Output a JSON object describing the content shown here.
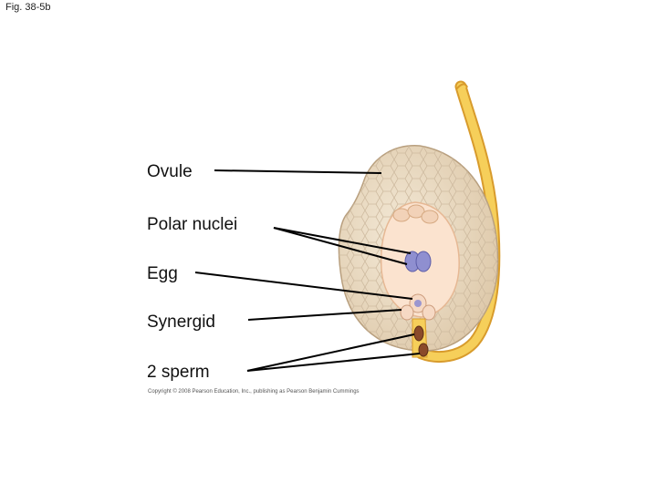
{
  "figure": {
    "title": "Fig. 38-5b",
    "copyright": "Copyright © 2008 Pearson Education, Inc., publishing as Pearson Benjamin Cummings"
  },
  "labels": {
    "ovule": "Ovule",
    "polar_nuclei": "Polar nuclei",
    "egg": "Egg",
    "synergid": "Synergid",
    "sperm": "2 sperm"
  },
  "colors": {
    "ovule_tissue": "#e9dcc6",
    "embryo_sac": "#fbe3cf",
    "nuclei": "#8f8fd0",
    "pollen_tube": "#f3c24a",
    "sperm": "#8a4a2a",
    "leader_line": "#000000"
  }
}
